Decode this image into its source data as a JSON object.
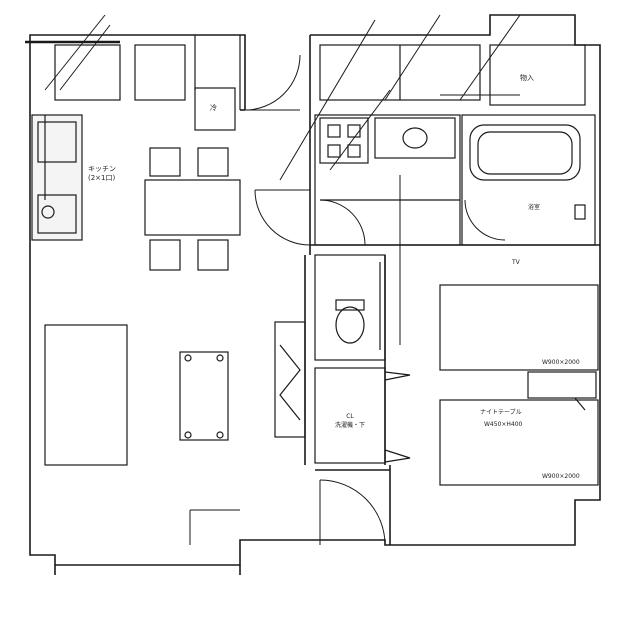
{
  "labels": {
    "kitchen_name": "キッチン",
    "kitchen_detail": "(2×1口)",
    "storage": "物入",
    "fridge": "冷",
    "bath": "浴室",
    "bath_line": "TV",
    "bed1_size": "W900×2000",
    "nightstand": "ナイトテーブル",
    "nightstand_size": "W450×H400",
    "bed2_size": "W900×2000",
    "closet_name": "CL",
    "closet_detail": "洗濯機・下"
  },
  "colors": {
    "line": "#1a1a1a",
    "background": "#ffffff",
    "fixture": "#f4f4f4"
  }
}
